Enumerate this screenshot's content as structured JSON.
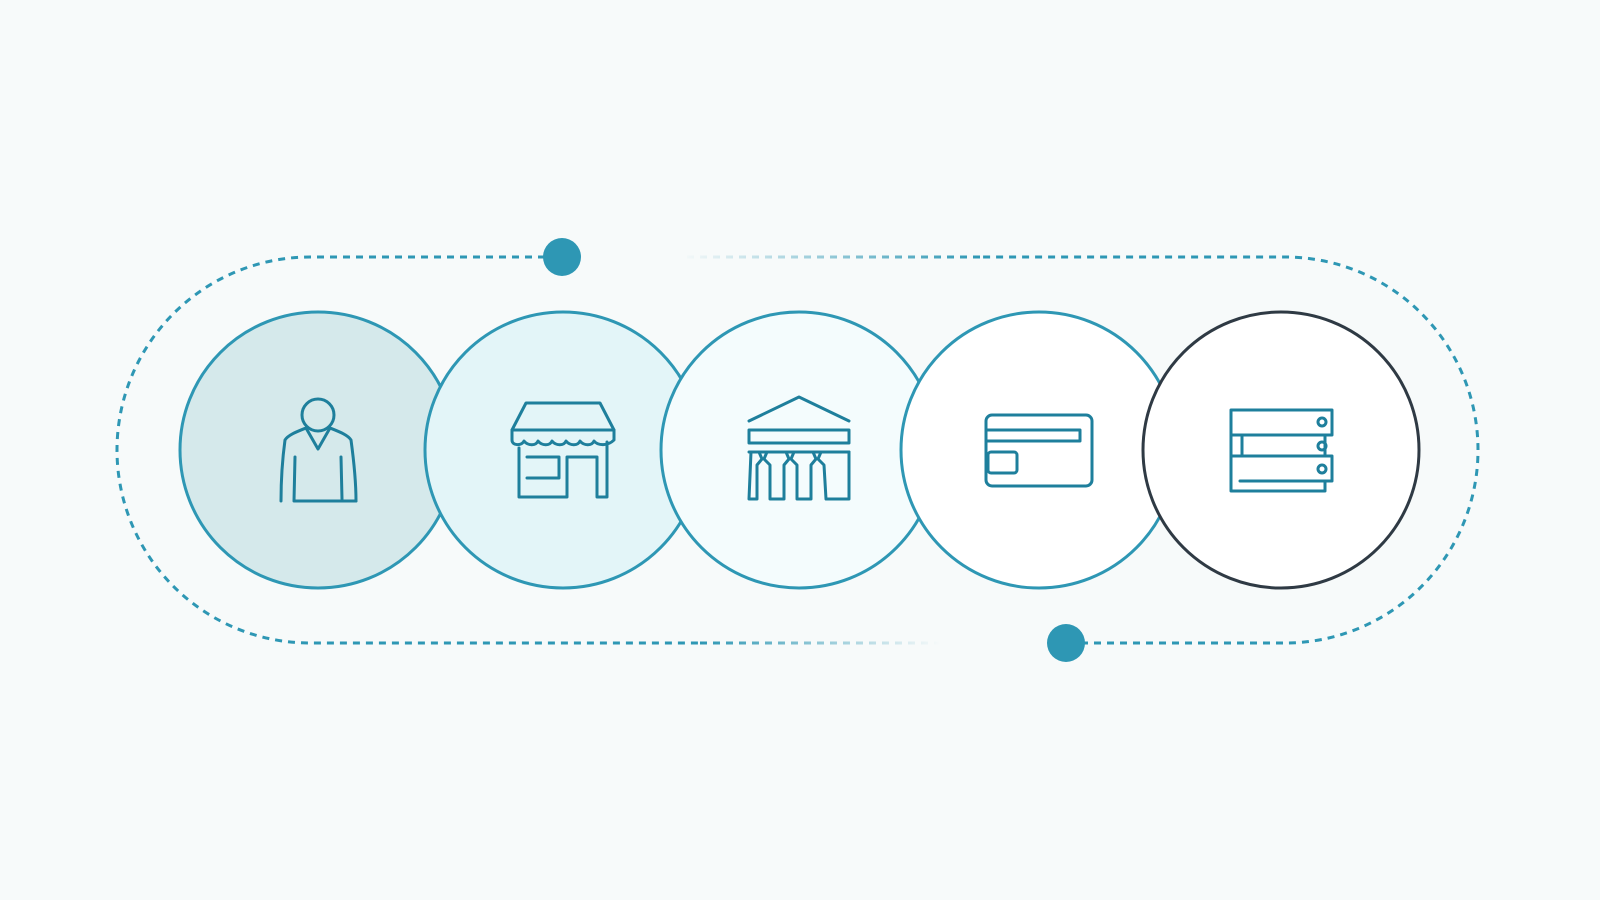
{
  "diagram": {
    "type": "process-flow",
    "colors": {
      "background": "#f7fafa",
      "accent": "#2e97b4",
      "icon_stroke": "#1e7f9c",
      "dark_outline": "#2f3a44",
      "fill_step_1": "#d5e9eb",
      "fill_step_2": "#e3f5f8",
      "fill_step_3": "#f4fcfd",
      "fill_step_4": "#ffffff",
      "fill_step_5": "#ffffff"
    },
    "steps": [
      {
        "icon": "person-icon",
        "outline": "accent"
      },
      {
        "icon": "storefront-icon",
        "outline": "accent"
      },
      {
        "icon": "bank-icon",
        "outline": "accent"
      },
      {
        "icon": "credit-card-icon",
        "outline": "accent"
      },
      {
        "icon": "server-rack-icon",
        "outline": "dark"
      }
    ],
    "connector": {
      "style": "dashed-loop",
      "start_marker": "top-dot",
      "end_marker": "bottom-dot"
    }
  }
}
